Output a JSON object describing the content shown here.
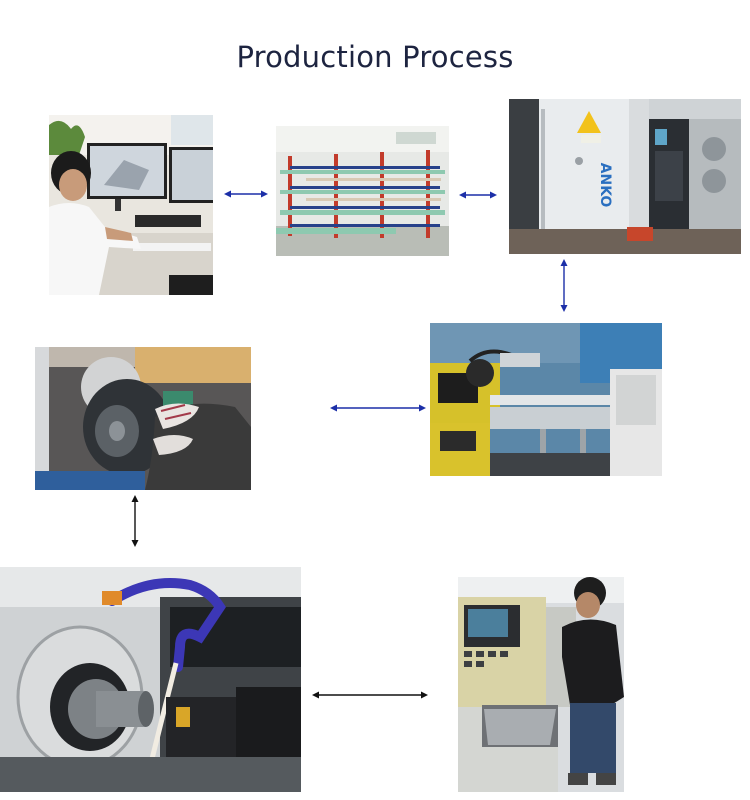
{
  "title": "Production Process",
  "colors": {
    "title": "#1d2440",
    "arrow_blue": "#1c2fa8",
    "arrow_black": "#111111"
  },
  "steps": [
    {
      "icon": "cad-design-photo"
    },
    {
      "icon": "material-storage-rack-photo"
    },
    {
      "icon": "vacuum-coating-machine-photo"
    },
    {
      "icon": "automated-machining-line-photo"
    },
    {
      "icon": "polishing-wheel-photo"
    },
    {
      "icon": "cnc-lathe-closeup-photo"
    },
    {
      "icon": "cnc-operator-photo"
    }
  ],
  "machine_label": "ANKO"
}
